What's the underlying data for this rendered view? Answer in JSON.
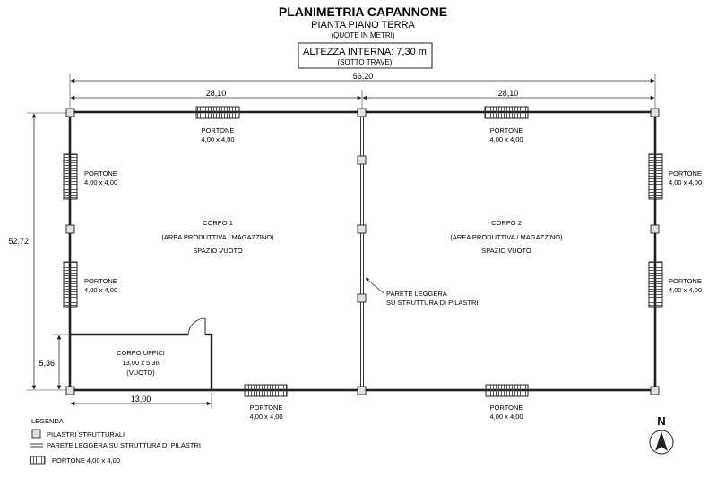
{
  "header": {
    "title": "PLANIMETRIA CAPANNONE",
    "subtitle": "PIANTA PIANO TERRA",
    "note": "(QUOTE IN METRI)"
  },
  "height_box": {
    "line1": "ALTEZZA INTERNA: 7,30 m",
    "line2": "(SOTTO TRAVE)"
  },
  "dimensions": {
    "total_width": "56,20",
    "half_left": "28,10",
    "half_right": "28,10",
    "depth": "52,72",
    "office_depth": "5,36",
    "office_width": "13,00"
  },
  "bodies": {
    "corpo1": {
      "name": "CORPO 1",
      "use": "(AREA PRODUTTIVA / MAGAZZINO)",
      "state": "SPAZIO VUOTO"
    },
    "corpo2": {
      "name": "CORPO 2",
      "use": "(AREA PRODUTTIVA / MAGAZZINO)",
      "state": "SPAZIO VUOTO"
    },
    "uffici": {
      "name": "CORPO UFFICI",
      "size": "13,00 x 5,36",
      "state": "(VUOTO)"
    }
  },
  "doors": {
    "top_left": {
      "label": "PORTONE",
      "size": "4,00 x 4,00"
    },
    "top_right": {
      "label": "PORTONE",
      "size": "4,00 x 4,00"
    },
    "left_upper": {
      "label": "PORTONE",
      "size": "4,00 x 4,00"
    },
    "left_lower": {
      "label": "PORTONE",
      "size": "4,00 x 4,00"
    },
    "right_upper": {
      "label": "PORTONE",
      "size": "4,00 x 4,00"
    },
    "right_lower": {
      "label": "PORTONE",
      "size": "4,00 x 4,00"
    },
    "bottom_left": {
      "label": "PORTONE",
      "size": "4,00 x 4,00"
    },
    "bottom_right": {
      "label": "PORTONE",
      "size": "4,00 x 4,00"
    }
  },
  "partition": {
    "line1": "PARETE LEGGERA",
    "line2": "SU STRUTTURA DI PILASTRI"
  },
  "legend": {
    "title": "LEGENDA",
    "items": [
      {
        "label": "PILASTRI STRUTTURALI",
        "symbol": "pillar-icon"
      },
      {
        "label": "PARETE LEGGERA SU STRUTTURA DI PILASTRI",
        "symbol": "partition-wall-icon"
      },
      {
        "label": "PORTONE 4,00 x 4,00",
        "symbol": "door-icon"
      }
    ]
  },
  "north": {
    "label": "N"
  }
}
